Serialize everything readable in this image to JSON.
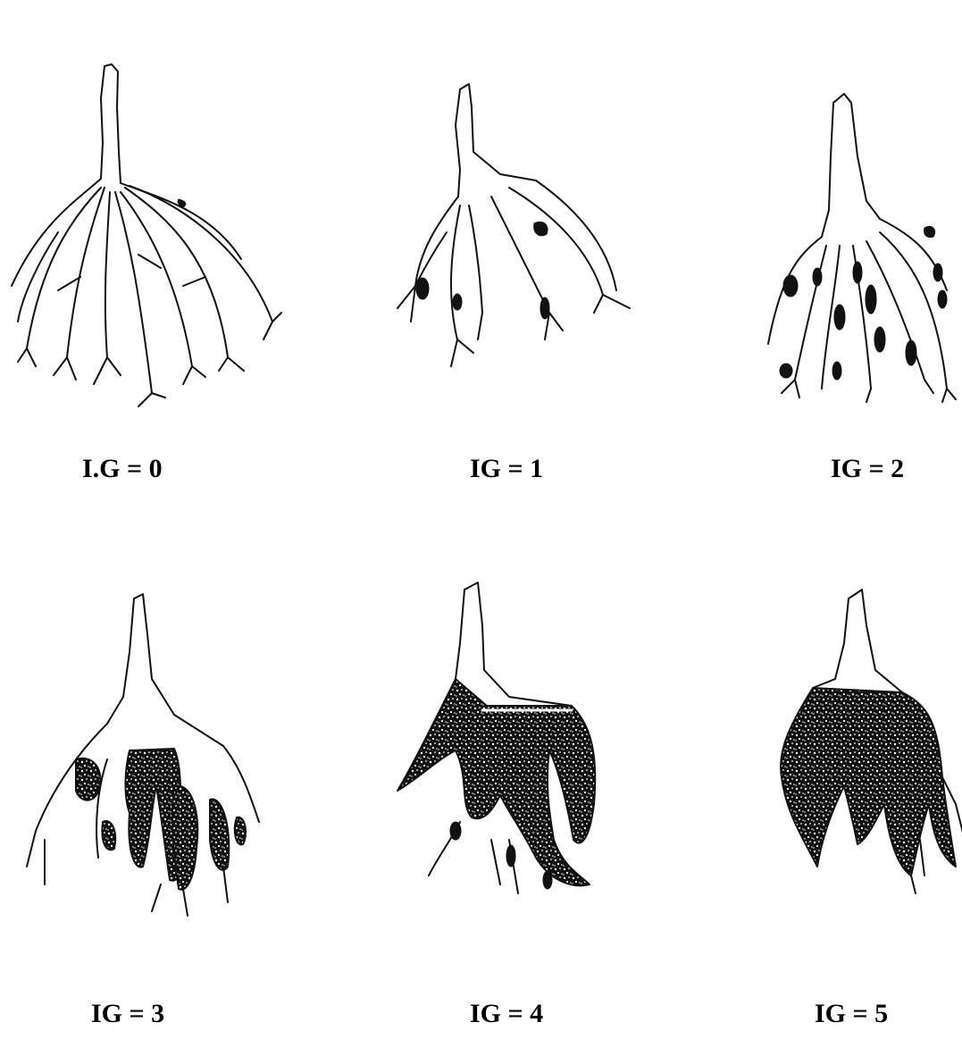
{
  "figure": {
    "panels": [
      {
        "id": "p0",
        "label": "I.G = 0",
        "gall_index": 0
      },
      {
        "id": "p1",
        "label": "IG = 1",
        "gall_index": 1
      },
      {
        "id": "p2",
        "label": "IG = 2",
        "gall_index": 2
      },
      {
        "id": "p3",
        "label": "IG = 3",
        "gall_index": 3
      },
      {
        "id": "p4",
        "label": "IG = 4",
        "gall_index": 4
      },
      {
        "id": "p5",
        "label": "IG = 5",
        "gall_index": 5
      }
    ]
  }
}
